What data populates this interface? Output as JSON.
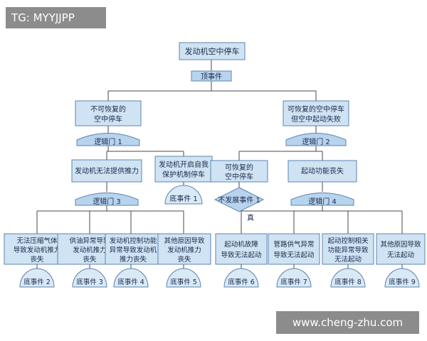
{
  "tag": "TG: MYYJJPP",
  "watermark": "www.cheng-zhu.com",
  "nodes": {
    "top": "发动机空中停车",
    "top_event": "顶事件",
    "left_l1": [
      "不可恢复的",
      "空中停车"
    ],
    "right_l1": [
      "可恢复的空中停车",
      "但空中起动失败"
    ],
    "gate1": "逻辑门 1",
    "gate2": "逻辑门 2",
    "l2_a": "发动机无法提供推力",
    "l2_b": [
      "发动机开启自我",
      "保护机制停车"
    ],
    "l2_c": [
      "可恢复的",
      "空中停车"
    ],
    "l2_d": "起动功能丧失",
    "gate3": "逻辑门 3",
    "gate4": "逻辑门 4",
    "b1": "底事件 1",
    "no_dev": "不发展事件 1",
    "true_label": "真",
    "leaf1": [
      "无法压缩气体",
      "导致发动机推力",
      "丧失"
    ],
    "leaf2": [
      "供油异常导致",
      "发动机推力",
      "丧失"
    ],
    "leaf3": [
      "发动机控制功能",
      "异常导致发动机",
      "推力丧失"
    ],
    "leaf4": [
      "其他原因导致",
      "发动机推力",
      "丧失"
    ],
    "leaf5": [
      "起动机故障",
      "导致无法起动"
    ],
    "leaf6": [
      "管路供气异常",
      "导致无法起动"
    ],
    "leaf7": [
      "起动控制相关",
      "功能异常导致",
      "无法起动"
    ],
    "leaf8": [
      "其他原因导致",
      "无法起动"
    ],
    "b2": "底事件 2",
    "b3": "底事件 3",
    "b4": "底事件 4",
    "b5": "底事件 5",
    "b6": "底事件 6",
    "b7": "底事件 7",
    "b8": "底事件 8",
    "b9": "底事件 9"
  }
}
